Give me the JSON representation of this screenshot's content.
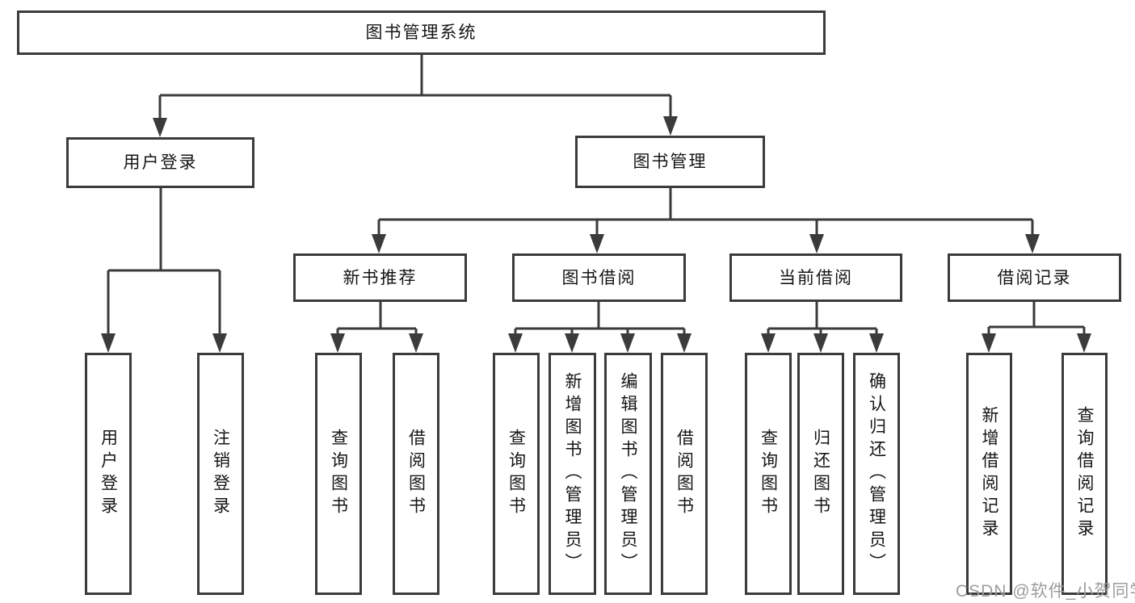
{
  "watermark": {
    "text": "CSDN @软件_小贺同学"
  },
  "colors": {
    "line": "#3b3b3b",
    "box_border": "#3b3b3b",
    "text": "#151515",
    "watermark": "#9c9c9c",
    "background": "#ffffff"
  },
  "tree": {
    "root": {
      "label": "图书管理系统"
    },
    "children": [
      {
        "label": "用户登录",
        "leaves": [
          "用户登录",
          "注销登录"
        ]
      },
      {
        "label": "图书管理",
        "children": [
          {
            "label": "新书推荐",
            "leaves": [
              "查询图书",
              "借阅图书"
            ]
          },
          {
            "label": "图书借阅",
            "leaves": [
              "查询图书",
              "新增图书（管理员）",
              "编辑图书（管理员）",
              "借阅图书"
            ]
          },
          {
            "label": "当前借阅",
            "leaves": [
              "查询图书",
              "归还图书",
              "确认归还（管理员）"
            ]
          },
          {
            "label": "借阅记录",
            "leaves": [
              "新增借阅记录",
              "查询借阅记录"
            ]
          }
        ]
      }
    ]
  }
}
